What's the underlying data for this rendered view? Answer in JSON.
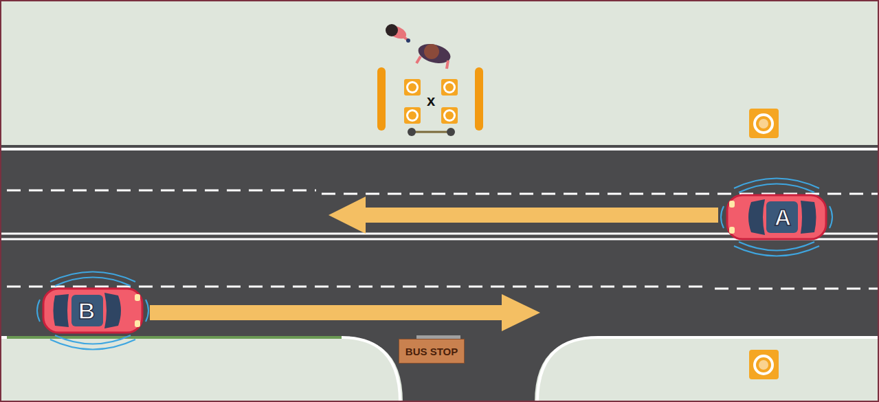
{
  "diagram": {
    "nodes": [
      {
        "text": [
          "A"
        ]
      },
      {
        "text": [
          "B"
        ]
      },
      {
        "text": [
          "BUS STOP"
        ]
      }
    ],
    "labels": [
      "x"
    ]
  }
}
